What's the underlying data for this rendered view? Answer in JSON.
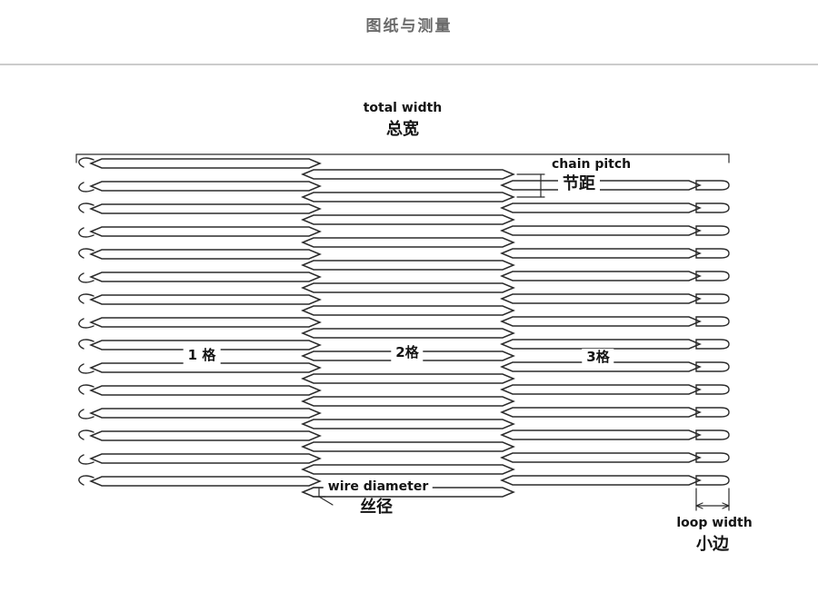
{
  "page": {
    "title": "图纸与测量",
    "background": "#ffffff",
    "title_color": "#6a6a6a",
    "divider_color": "#cccccc"
  },
  "diagram": {
    "wire_color": "#2b2b2b",
    "labels": {
      "total_width_en": "total width",
      "total_width_zh": "总宽",
      "chain_pitch_en": "chain pitch",
      "chain_pitch_zh": "节距",
      "section_1": "1 格",
      "section_2": "2格",
      "section_3": "3格",
      "wire_diameter_en": "wire diameter",
      "wire_diameter_zh": "丝径",
      "loop_width_en": "loop width",
      "loop_width_zh": "小边"
    }
  }
}
